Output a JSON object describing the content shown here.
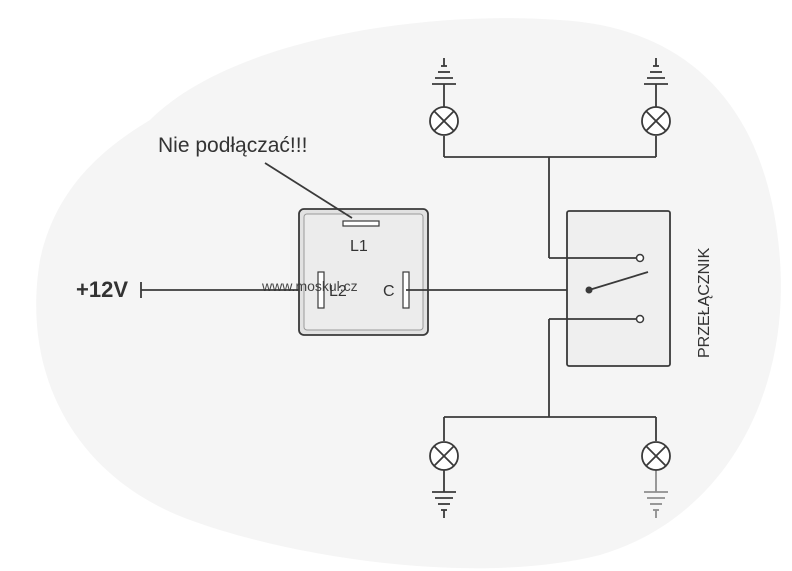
{
  "labels": {
    "supply": "+12V",
    "warning": "Nie podłączać!!!",
    "pin_l1": "L1",
    "pin_l2": "L2",
    "pin_c": "C",
    "switch": "PRZEŁĄCZNIK",
    "watermark": "www.moskul.cz"
  },
  "colors": {
    "wire": "#3a3a3a",
    "text": "#333333",
    "background_blob": "#f5f5f5"
  },
  "icons": {
    "lamp": "lamp-cross-circle",
    "ground": "ground-symbol"
  }
}
